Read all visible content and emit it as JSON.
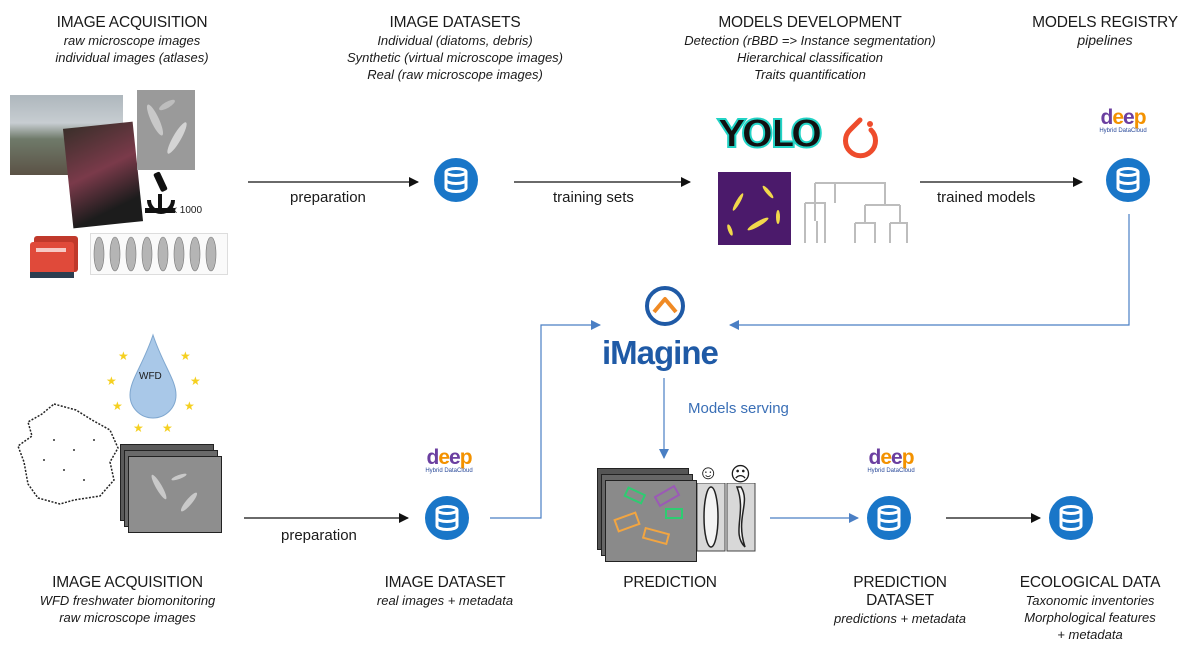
{
  "top": {
    "acquisition": {
      "title": "IMAGE ACQUISITION",
      "lines": [
        "raw microscope images",
        "individual images (atlases)"
      ]
    },
    "datasets": {
      "title": "IMAGE DATASETS",
      "lines": [
        "Individual (diatoms, debris)",
        "Synthetic (virtual microscope images)",
        "Real (raw microscope images)"
      ]
    },
    "models_dev": {
      "title": "MODELS DEVELOPMENT",
      "lines": [
        "Detection (rBBD => Instance segmentation)",
        "Hierarchical classification",
        "Traits quantification"
      ]
    },
    "registry": {
      "title": "MODELS REGISTRY",
      "subtitle": "pipelines"
    }
  },
  "arrows": {
    "preparation_top": "preparation",
    "training_sets": "training sets",
    "trained_models": "trained models",
    "preparation_bottom": "preparation",
    "models_serving": "Models serving"
  },
  "bottom": {
    "acquisition": {
      "title": "IMAGE ACQUISITION",
      "lines": [
        "WFD freshwater biomonitoring",
        "raw microscope images"
      ]
    },
    "dataset": {
      "title": "IMAGE DATASET",
      "subtitle": "real images + metadata"
    },
    "prediction": {
      "title": "PREDICTION"
    },
    "prediction_dataset": {
      "title_lines": [
        "PREDICTION",
        "DATASET"
      ],
      "subtitle": "predictions + metadata"
    },
    "ecological": {
      "title": "ECOLOGICAL DATA",
      "lines": [
        "Taxonomic inventories",
        "Morphological features",
        "+ metadata"
      ]
    }
  },
  "imagine_logo": "iMagine",
  "deep_logo": {
    "word": "deep",
    "sub": "Hybrid DataCloud"
  },
  "yolo_logo": "YOLO",
  "microscope_zoom": "x 1000",
  "wfd_label": "WFD",
  "colors": {
    "db_blue": "#1976c8",
    "arrow_blue": "#4a7fc4",
    "imagine_blue": "#1f5aa6",
    "imagine_orange": "#f08a24",
    "deep_purple": "#6b3fa0",
    "deep_orange": "#f39200"
  }
}
